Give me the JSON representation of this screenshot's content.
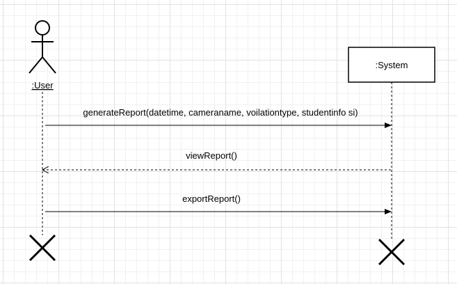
{
  "diagram": {
    "lifelines": [
      {
        "id": "user",
        "label": ":User",
        "kind": "actor"
      },
      {
        "id": "system",
        "label": ":System",
        "kind": "object"
      }
    ],
    "messages": [
      {
        "from": "user",
        "to": "system",
        "label": "generateReport(datetime, cameraname, voilationtype, studentinfo si)",
        "style": "sync"
      },
      {
        "from": "system",
        "to": "user",
        "label": "viewReport()",
        "style": "return"
      },
      {
        "from": "user",
        "to": "system",
        "label": "exportReport()",
        "style": "sync"
      }
    ]
  },
  "colors": {
    "line": "#000000",
    "box_fill": "#ffffff"
  }
}
